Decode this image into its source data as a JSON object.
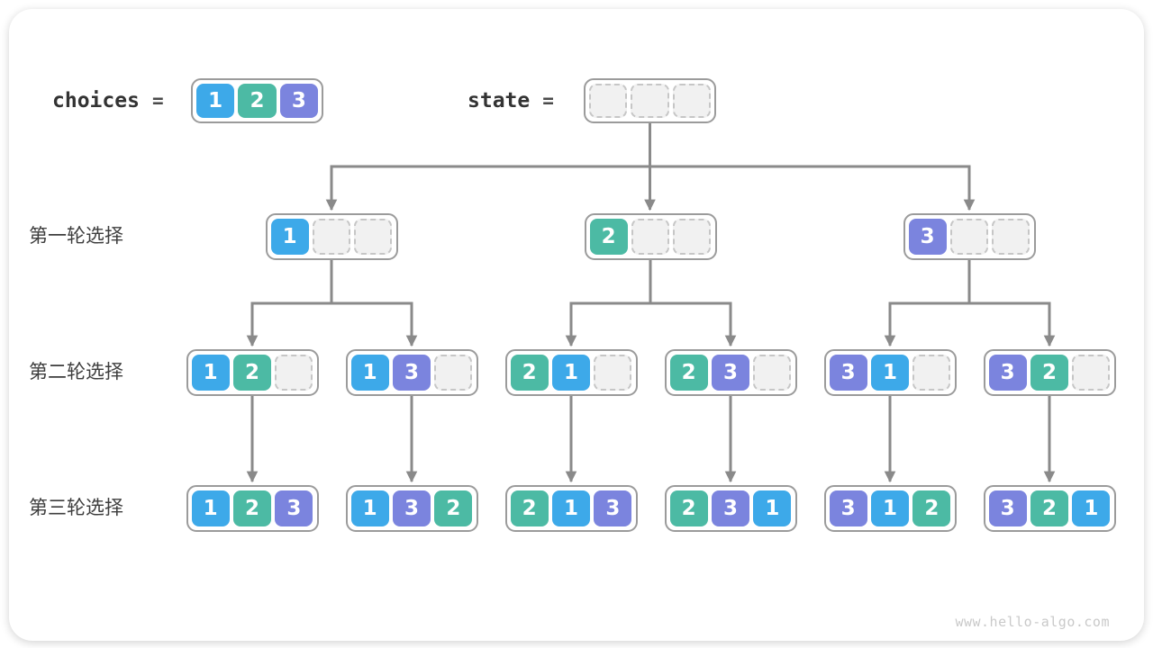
{
  "page": {
    "watermark": "www.hello-algo.com"
  },
  "colors": {
    "1": "#3da9e9",
    "2": "#4cbaa4",
    "3": "#7b84de",
    "empty_fill": "#f1f1f1",
    "empty_border": "#c6c6c6",
    "node_border": "#9b9b9b",
    "arrow": "#8a8a8a",
    "label_text": "#3d3d3d",
    "mono_text": "#333333",
    "cell_text": "#ffffff",
    "watermark_text": "#c9c9c9"
  },
  "header": {
    "choices": {
      "label": "choices",
      "equals": "=",
      "cells": [
        "1",
        "2",
        "3"
      ]
    },
    "state": {
      "label": "state",
      "equals": "=",
      "cells": [
        "",
        "",
        ""
      ]
    }
  },
  "tree": {
    "rows": [
      {
        "label": "第一轮选择",
        "nodes": [
          [
            "1",
            "",
            ""
          ],
          [
            "2",
            "",
            ""
          ],
          [
            "3",
            "",
            ""
          ]
        ]
      },
      {
        "label": "第二轮选择",
        "nodes": [
          [
            "1",
            "2",
            ""
          ],
          [
            "1",
            "3",
            ""
          ],
          [
            "2",
            "1",
            ""
          ],
          [
            "2",
            "3",
            ""
          ],
          [
            "3",
            "1",
            ""
          ],
          [
            "3",
            "2",
            ""
          ]
        ]
      },
      {
        "label": "第三轮选择",
        "nodes": [
          [
            "1",
            "2",
            "3"
          ],
          [
            "1",
            "3",
            "2"
          ],
          [
            "2",
            "1",
            "3"
          ],
          [
            "2",
            "3",
            "1"
          ],
          [
            "3",
            "1",
            "2"
          ],
          [
            "3",
            "2",
            "1"
          ]
        ]
      }
    ]
  }
}
